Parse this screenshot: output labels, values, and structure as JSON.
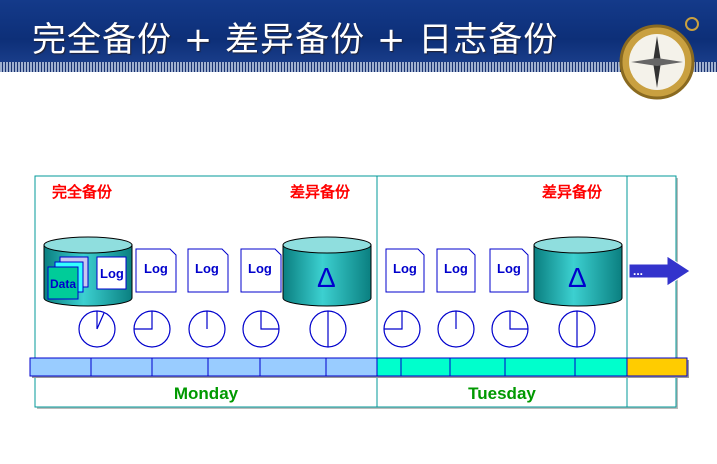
{
  "title": "完全备份 + 差异备份 + 日志备份",
  "labels": {
    "full_backup": "完全备份",
    "diff_backup_1": "差异备份",
    "diff_backup_2": "差异备份"
  },
  "full_cylinder": {
    "data": "Data",
    "log": "Log"
  },
  "log_label": "Log",
  "delta": "Δ",
  "days": {
    "monday": "Monday",
    "tuesday": "Tuesday"
  },
  "more": "...",
  "colors": {
    "banner": "#143a8a",
    "monday": "#99ccff",
    "tuesday": "#00ffcc",
    "future": "#ffcc00",
    "day_text": "#009900",
    "label_red": "#ff0000"
  }
}
